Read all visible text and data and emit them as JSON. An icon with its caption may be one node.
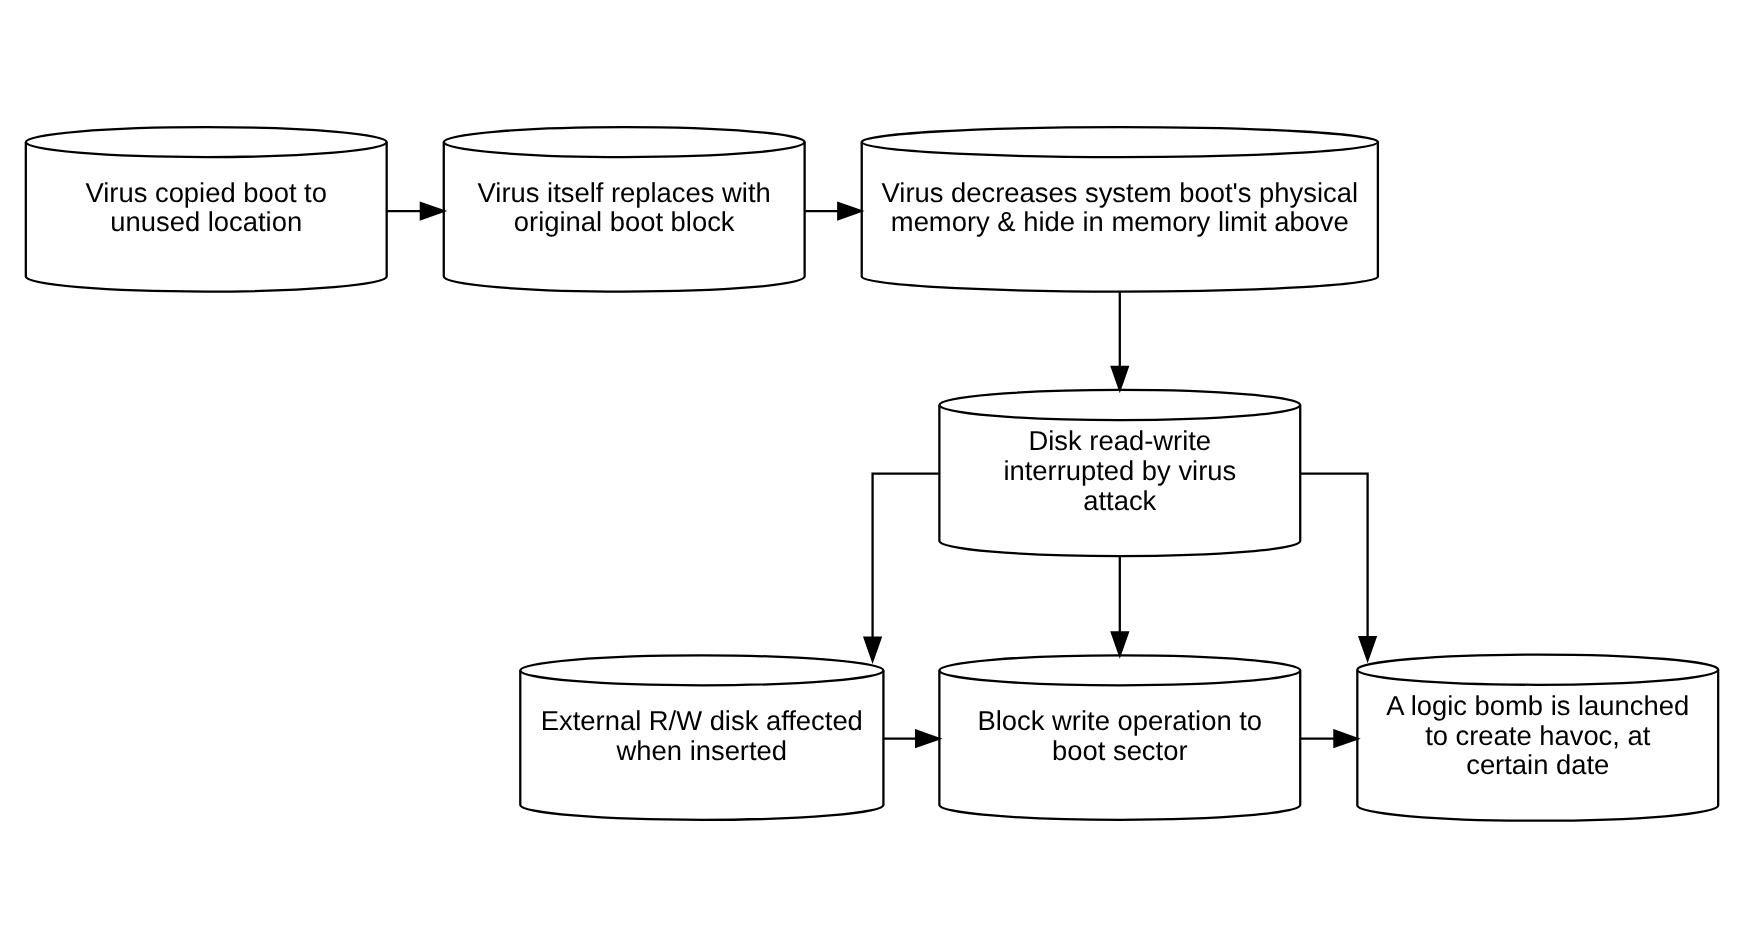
{
  "diagram": {
    "nodes": [
      {
        "text": [
          "Virus copied boot to unused location"
        ]
      },
      {
        "text": [
          "Virus itself replaces with original boot block"
        ]
      },
      {
        "text": [
          "Virus decreases system boot's physical memory & hide in memory limit above"
        ]
      },
      {
        "text": [
          "Disk read-write interrupted by virus attack"
        ]
      },
      {
        "text": [
          "External R/W disk affected when inserted"
        ]
      },
      {
        "text": [
          "Block write operation to boot sector"
        ]
      },
      {
        "text": [
          "A logic bomb is launched to create havoc, at certain date"
        ]
      }
    ],
    "edges": [
      {
        "from": 0,
        "to": 1,
        "arrow": "to"
      },
      {
        "from": 1,
        "to": 2,
        "arrow": "to"
      },
      {
        "from": 2,
        "to": 3,
        "arrow": "to"
      },
      {
        "from": 3,
        "to": 4,
        "arrow": "to"
      },
      {
        "from": 3,
        "to": 5,
        "arrow": "to"
      },
      {
        "from": 3,
        "to": 6,
        "arrow": "to"
      },
      {
        "from": 4,
        "to": 5,
        "arrow": "to"
      },
      {
        "from": 5,
        "to": 6,
        "arrow": "to"
      }
    ]
  }
}
